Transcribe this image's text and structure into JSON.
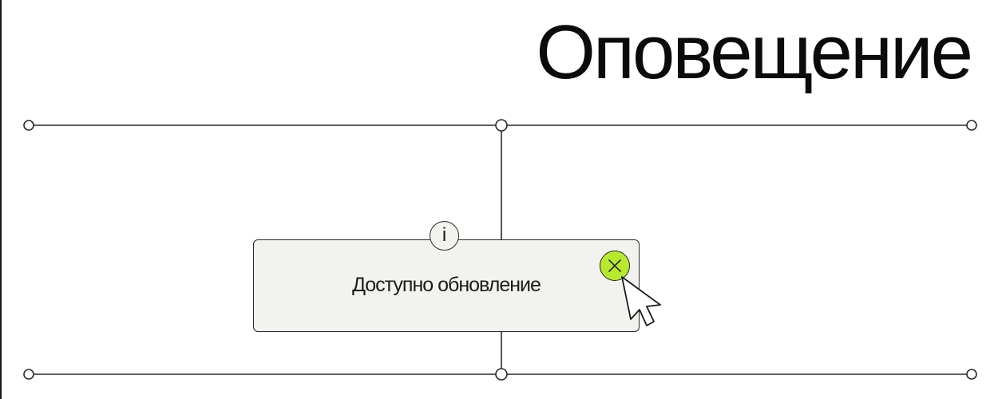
{
  "page": {
    "title": "Оповещение"
  },
  "notification": {
    "message": "Доступно обновление",
    "info_icon": "info-icon",
    "info_glyph": "i",
    "close_icon": "close-icon"
  },
  "cursor": {
    "icon": "mouse-pointer-icon"
  },
  "colors": {
    "accent": "#b7ea2c",
    "card_background": "#f2f2ef",
    "line": "#2a2a2a"
  }
}
